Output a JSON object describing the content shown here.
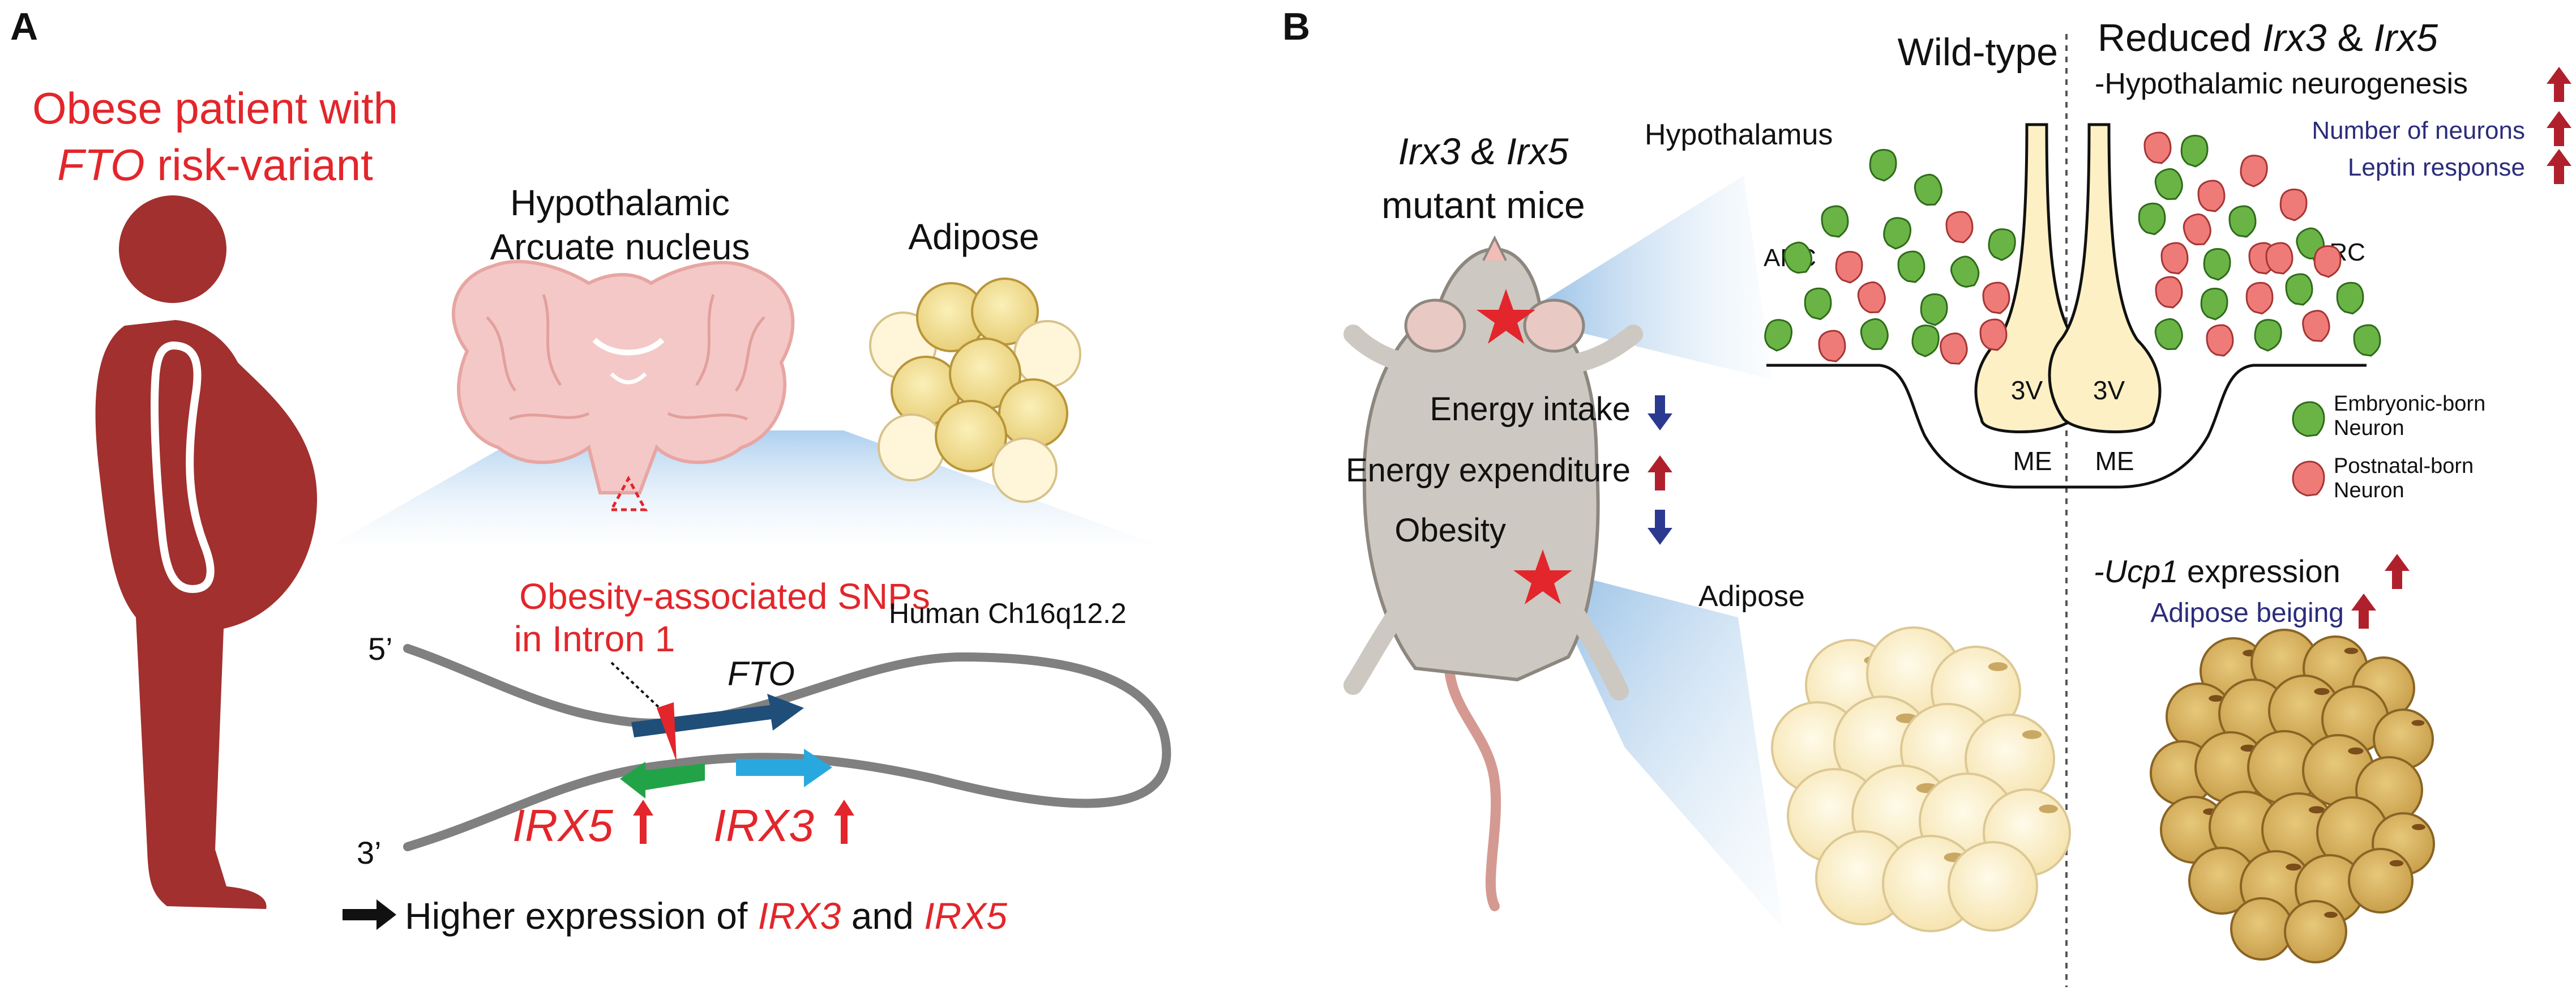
{
  "panel_a": {
    "label": "A",
    "patient_line1": "Obese patient with",
    "patient_line2_gene": "FTO",
    "patient_line2_rest": " risk-variant",
    "brain_title_line1": "Hypothalamic",
    "brain_title_line2": "Arcuate nucleus",
    "adipose_title": "Adipose",
    "snp_line1": "Obesity-associated SNPs",
    "snp_line2": "in Intron 1",
    "chromosome_label": "Human Ch16q12.2",
    "five_prime": "5’",
    "three_prime": "3’",
    "gene_fto": "FTO",
    "gene_irx5": "IRX5",
    "gene_irx3": "IRX3",
    "footer_prefix": "Higher expression of ",
    "footer_irx3": "IRX3",
    "footer_and": " and ",
    "footer_irx5": "IRX5"
  },
  "panel_b": {
    "label": "B",
    "mice_title_line1_a": "Irx3",
    "mice_title_line1_b": " & ",
    "mice_title_line1_c": "Irx5",
    "mice_title_line2": "mutant mice",
    "hypothalamus_label": "Hypothalamus",
    "adipose_label": "Adipose",
    "phenotypes": [
      {
        "label": "Energy intake",
        "direction": "down"
      },
      {
        "label": "Energy expenditure",
        "direction": "up"
      },
      {
        "label": "Obesity",
        "direction": "down"
      }
    ],
    "wild_type": "Wild-type",
    "reduced_prefix": "Reduced ",
    "reduced_irx3": "Irx3",
    "reduced_amp": " & ",
    "reduced_irx5": "Irx5",
    "neurogenesis": "-Hypothalamic neurogenesis",
    "neurons_count": "Number of neurons",
    "leptin": "Leptin response",
    "arc_left": "ARC",
    "arc_right": "ARC",
    "ventricle_left": "3V",
    "ventricle_right": "3V",
    "me_left": "ME",
    "me_right": "ME",
    "legend_embryonic_1": "Embryonic-born",
    "legend_embryonic_2": "Neuron",
    "legend_postnatal_1": "Postnatal-born",
    "legend_postnatal_2": "Neuron",
    "ucp1_prefix": "-",
    "ucp1_gene": "Ucp1",
    "ucp1_rest": " expression",
    "beiging": "Adipose beiging"
  },
  "colors": {
    "red_text": "#e2262b",
    "navy_text": "#2b2c7a",
    "silhouette": "#a1302f",
    "up_arrow": "#b0202c",
    "down_arrow": "#2b3990",
    "fto_arrow": "#1f4e79",
    "irx5_arrow": "#23a347",
    "irx3_arrow": "#29a8e0",
    "embryonic_neuron": "#6ab446",
    "postnatal_neuron": "#ef7b79",
    "ventricle": "#fdf0c4",
    "brain": "#f4c8c6",
    "adipose_wt": "#fbf1d3",
    "adipose_beige": "#d9b766"
  }
}
